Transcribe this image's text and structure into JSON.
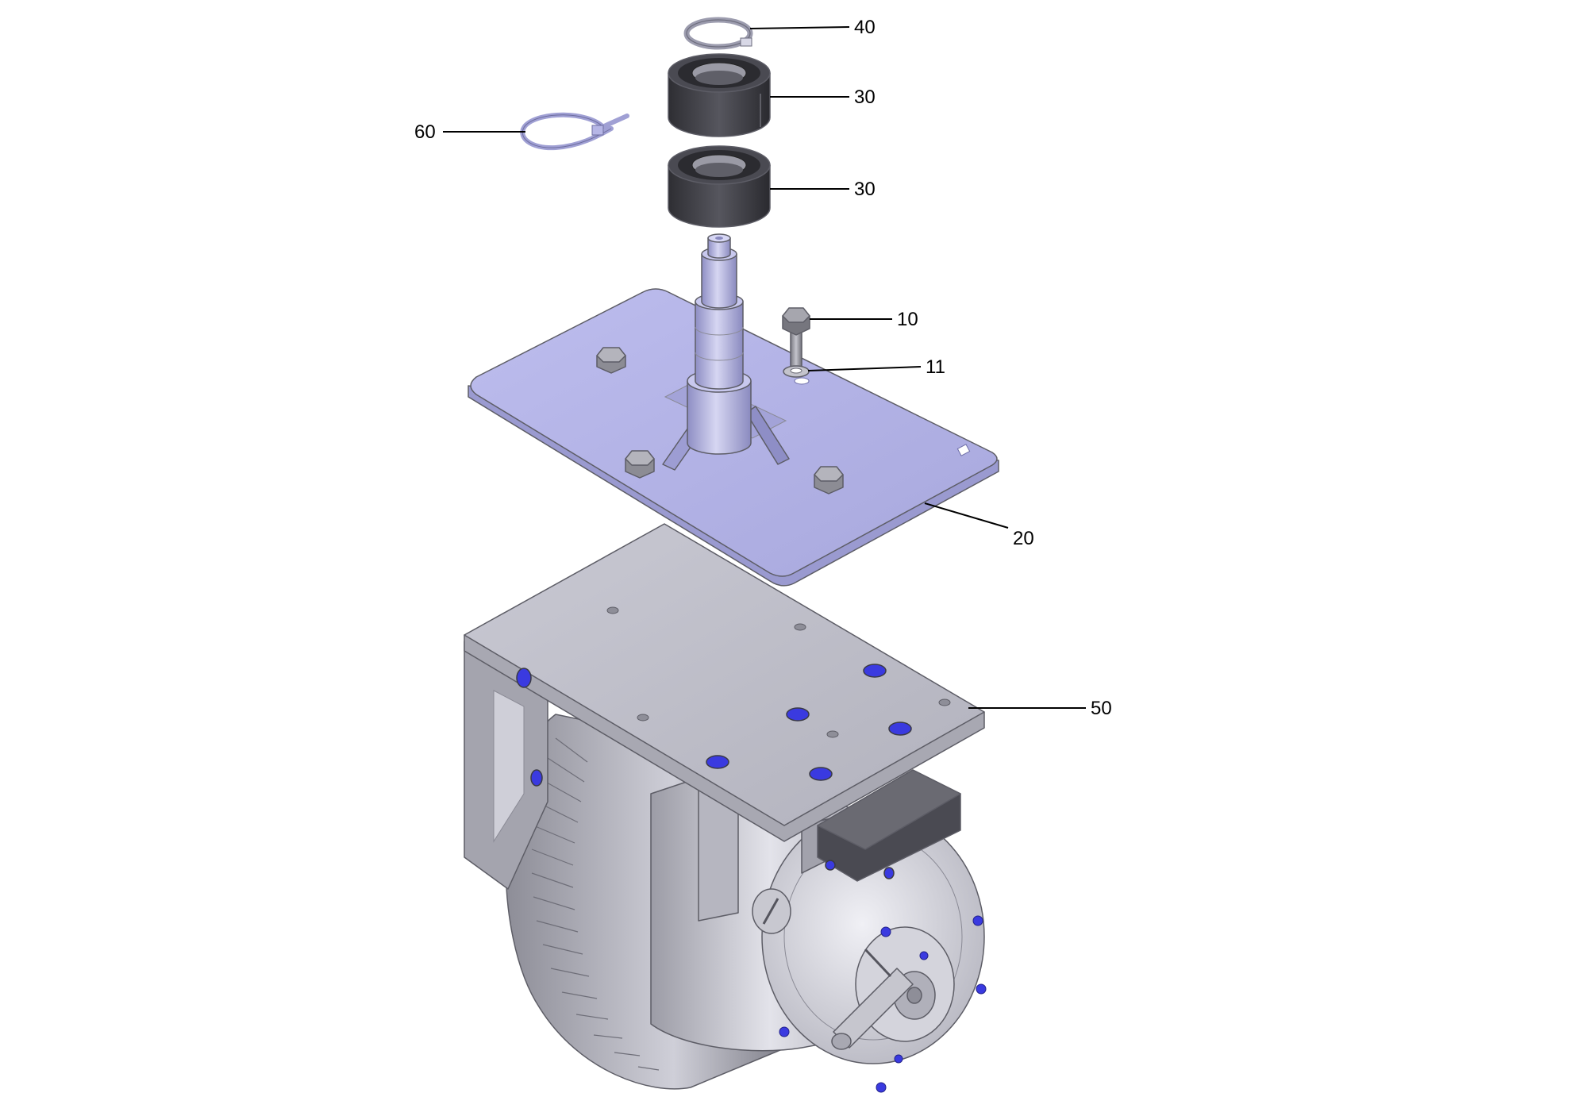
{
  "colors": {
    "background": "#ffffff",
    "plate": "#b3b3e6",
    "housing": "#c2c2cc",
    "bearing": "#3c3c42",
    "bolt_hole_accent": "#3a3ae0",
    "label_text": "#000000"
  },
  "callouts": [
    {
      "id": "40",
      "label": "40"
    },
    {
      "id": "30a",
      "label": "30"
    },
    {
      "id": "30b",
      "label": "30"
    },
    {
      "id": "60",
      "label": "60"
    },
    {
      "id": "10",
      "label": "10"
    },
    {
      "id": "11",
      "label": "11"
    },
    {
      "id": "20",
      "label": "20"
    },
    {
      "id": "50",
      "label": "50"
    }
  ]
}
